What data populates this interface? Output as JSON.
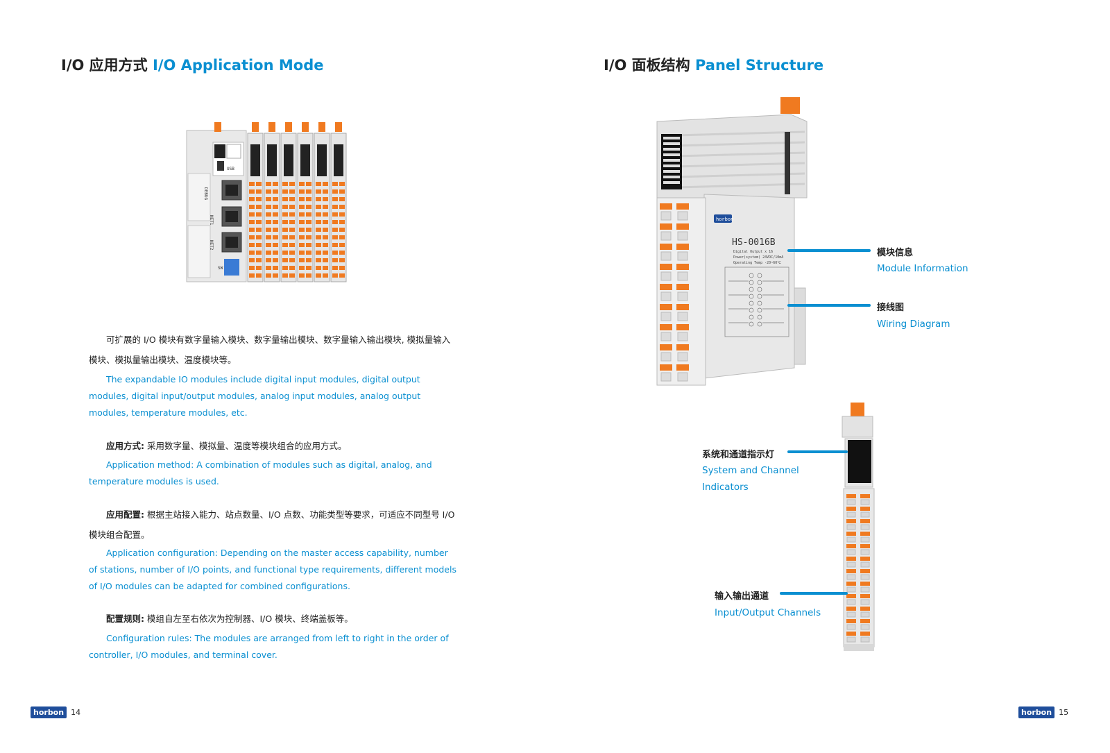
{
  "left": {
    "heading_cn": "I/O 应用方式",
    "heading_en": "I/O Application Mode",
    "device_labels": {
      "usb": "USB",
      "debug": "DEBUG",
      "net1": "NET1",
      "net2": "NET2",
      "sw": "SW"
    },
    "intro_cn": "可扩展的 I/O 模块有数字量输入模块、数字量输出模块、数字量输入输出模块, 模拟量输入模块、模拟量输出模块、温度模块等。",
    "intro_en": "The expandable IO modules include digital input modules, digital output modules, digital input/output modules, analog input modules, analog output modules, temperature modules, etc.",
    "method_label": "应用方式:",
    "method_cn": "采用数字量、模拟量、温度等模块组合的应用方式。",
    "method_en": "Application method: A combination of modules such as digital, analog, and temperature modules is used.",
    "config_label": "应用配置:",
    "config_cn": "根据主站接入能力、站点数量、I/O 点数、功能类型等要求，可适应不同型号 I/O 模块组合配置。",
    "config_en": "Application configuration: Depending on the master access capability, number of stations, number of I/O points, and functional type requirements, different models of I/O modules can be adapted for combined configurations.",
    "rules_label": "配置规则:",
    "rules_cn": "模组自左至右依次为控制器、I/O 模块、终端盖板等。",
    "rules_en": "Configuration rules: The modules are arranged from left to right in the order of controller, I/O modules, and terminal cover.",
    "footer_logo": "horbon",
    "page_number": "14"
  },
  "right": {
    "heading_cn": "I/O 面板结构",
    "heading_en": "Panel Structure",
    "module_brand": "horbon",
    "module_model": "HS-0016B",
    "module_spec_1": "Digital Output x 16",
    "module_spec_2": "Power(system) 24VDC/10mA",
    "module_spec_3": "Operating Temp -20~60℃",
    "callouts": {
      "module_info_cn": "模块信息",
      "module_info_en": "Module Information",
      "wiring_cn": "接线图",
      "wiring_en": "Wiring Diagram",
      "indicators_cn": "系统和通道指示灯",
      "indicators_en": "System and Channel Indicators",
      "io_cn": "输入输出通道",
      "io_en": "Input/Output Channels"
    },
    "footer_logo": "horbon",
    "page_number": "15"
  },
  "colors": {
    "accent_blue": "#0a8fd1",
    "orange": "#f07a20",
    "logo_blue": "#1f4e9b"
  }
}
